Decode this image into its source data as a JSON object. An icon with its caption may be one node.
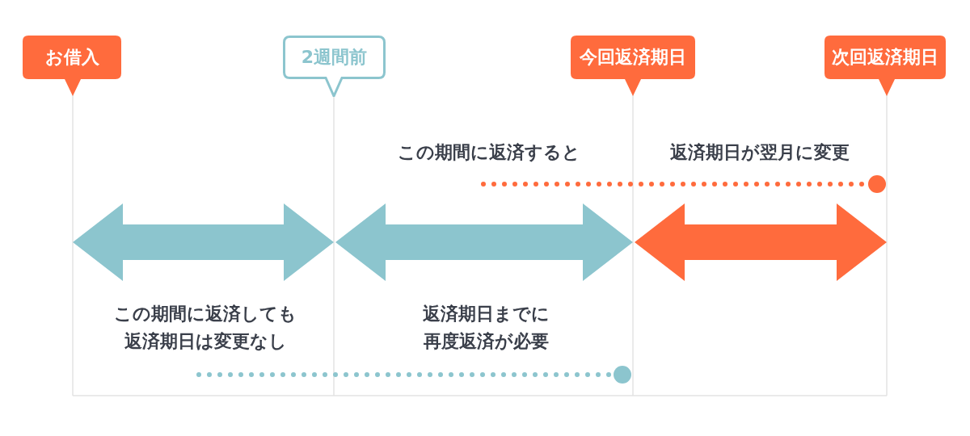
{
  "diagram": {
    "nodes": [
      {
        "text": [
          "お借入"
        ]
      },
      {
        "text": [
          "2週間前"
        ]
      },
      {
        "text": [
          "今回返済期日"
        ]
      },
      {
        "text": [
          "次回返済期日"
        ]
      }
    ],
    "labels": [
      "この期間に返済すると",
      "返済期日が翌月に変更",
      "この期間に返済しても返済期日は変更なし",
      "返済期日までに再度返済が必要"
    ]
  }
}
